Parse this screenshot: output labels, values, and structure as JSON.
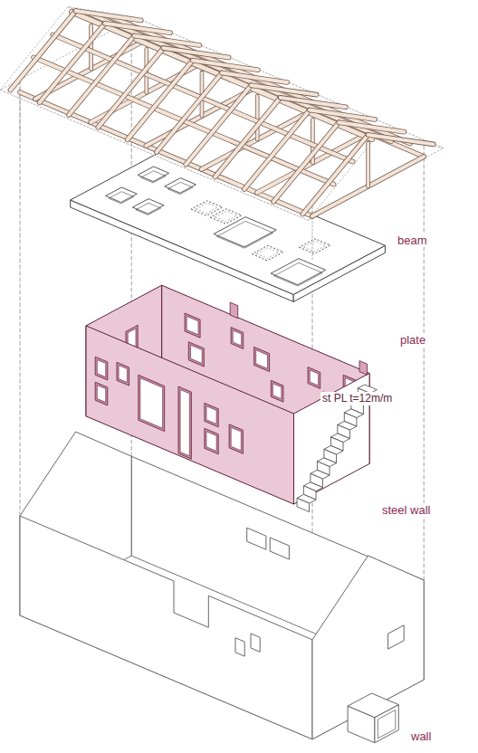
{
  "diagram": {
    "labels": [
      "beam",
      "plate",
      "st PL t=12m/m",
      "steel wall",
      "wall"
    ]
  }
}
